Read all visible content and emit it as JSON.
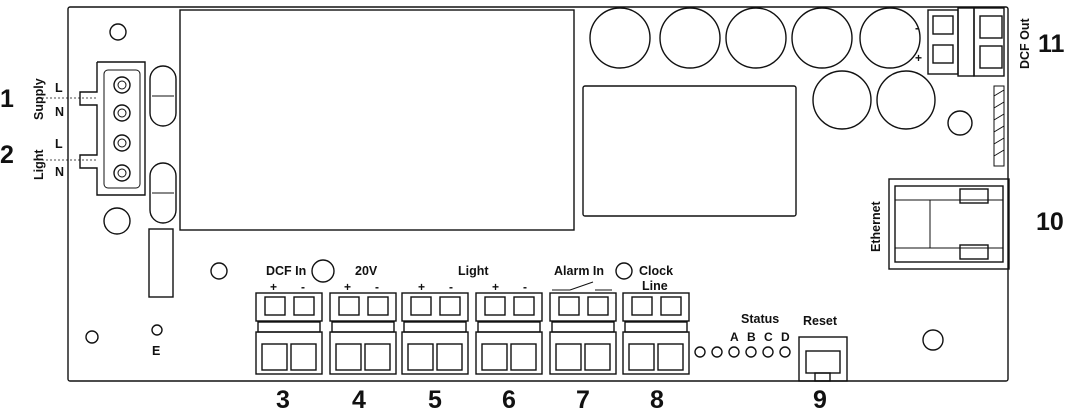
{
  "power_connector": {
    "supply_label": "Supply",
    "light_label": "Light",
    "supply_l": "L",
    "supply_n": "N",
    "light_l": "L",
    "light_n": "N"
  },
  "terminal_labels": {
    "dcf_in": "DCF In",
    "dcf_in_plus": "+",
    "dcf_in_minus": "-",
    "v20": "20V",
    "v20_plus": "+",
    "v20_minus": "-",
    "light": "Light",
    "light5_plus": "+",
    "light5_minus": "-",
    "light6_plus": "+",
    "light6_minus": "-",
    "alarm_in": "Alarm In",
    "clock": "Clock",
    "line": "Line"
  },
  "status": {
    "title": "Status",
    "led_a": "A",
    "led_b": "B",
    "led_c": "C",
    "led_d": "D"
  },
  "reset_label": "Reset",
  "ground_label": "E",
  "ethernet_label": "Ethernet",
  "dcf_out": {
    "label": "DCF Out",
    "minus": "-",
    "plus": "+"
  },
  "callouts": {
    "c1": "1",
    "c2": "2",
    "c3": "3",
    "c4": "4",
    "c5": "5",
    "c6": "6",
    "c7": "7",
    "c8": "8",
    "c9": "9",
    "c10": "10",
    "c11": "11"
  }
}
